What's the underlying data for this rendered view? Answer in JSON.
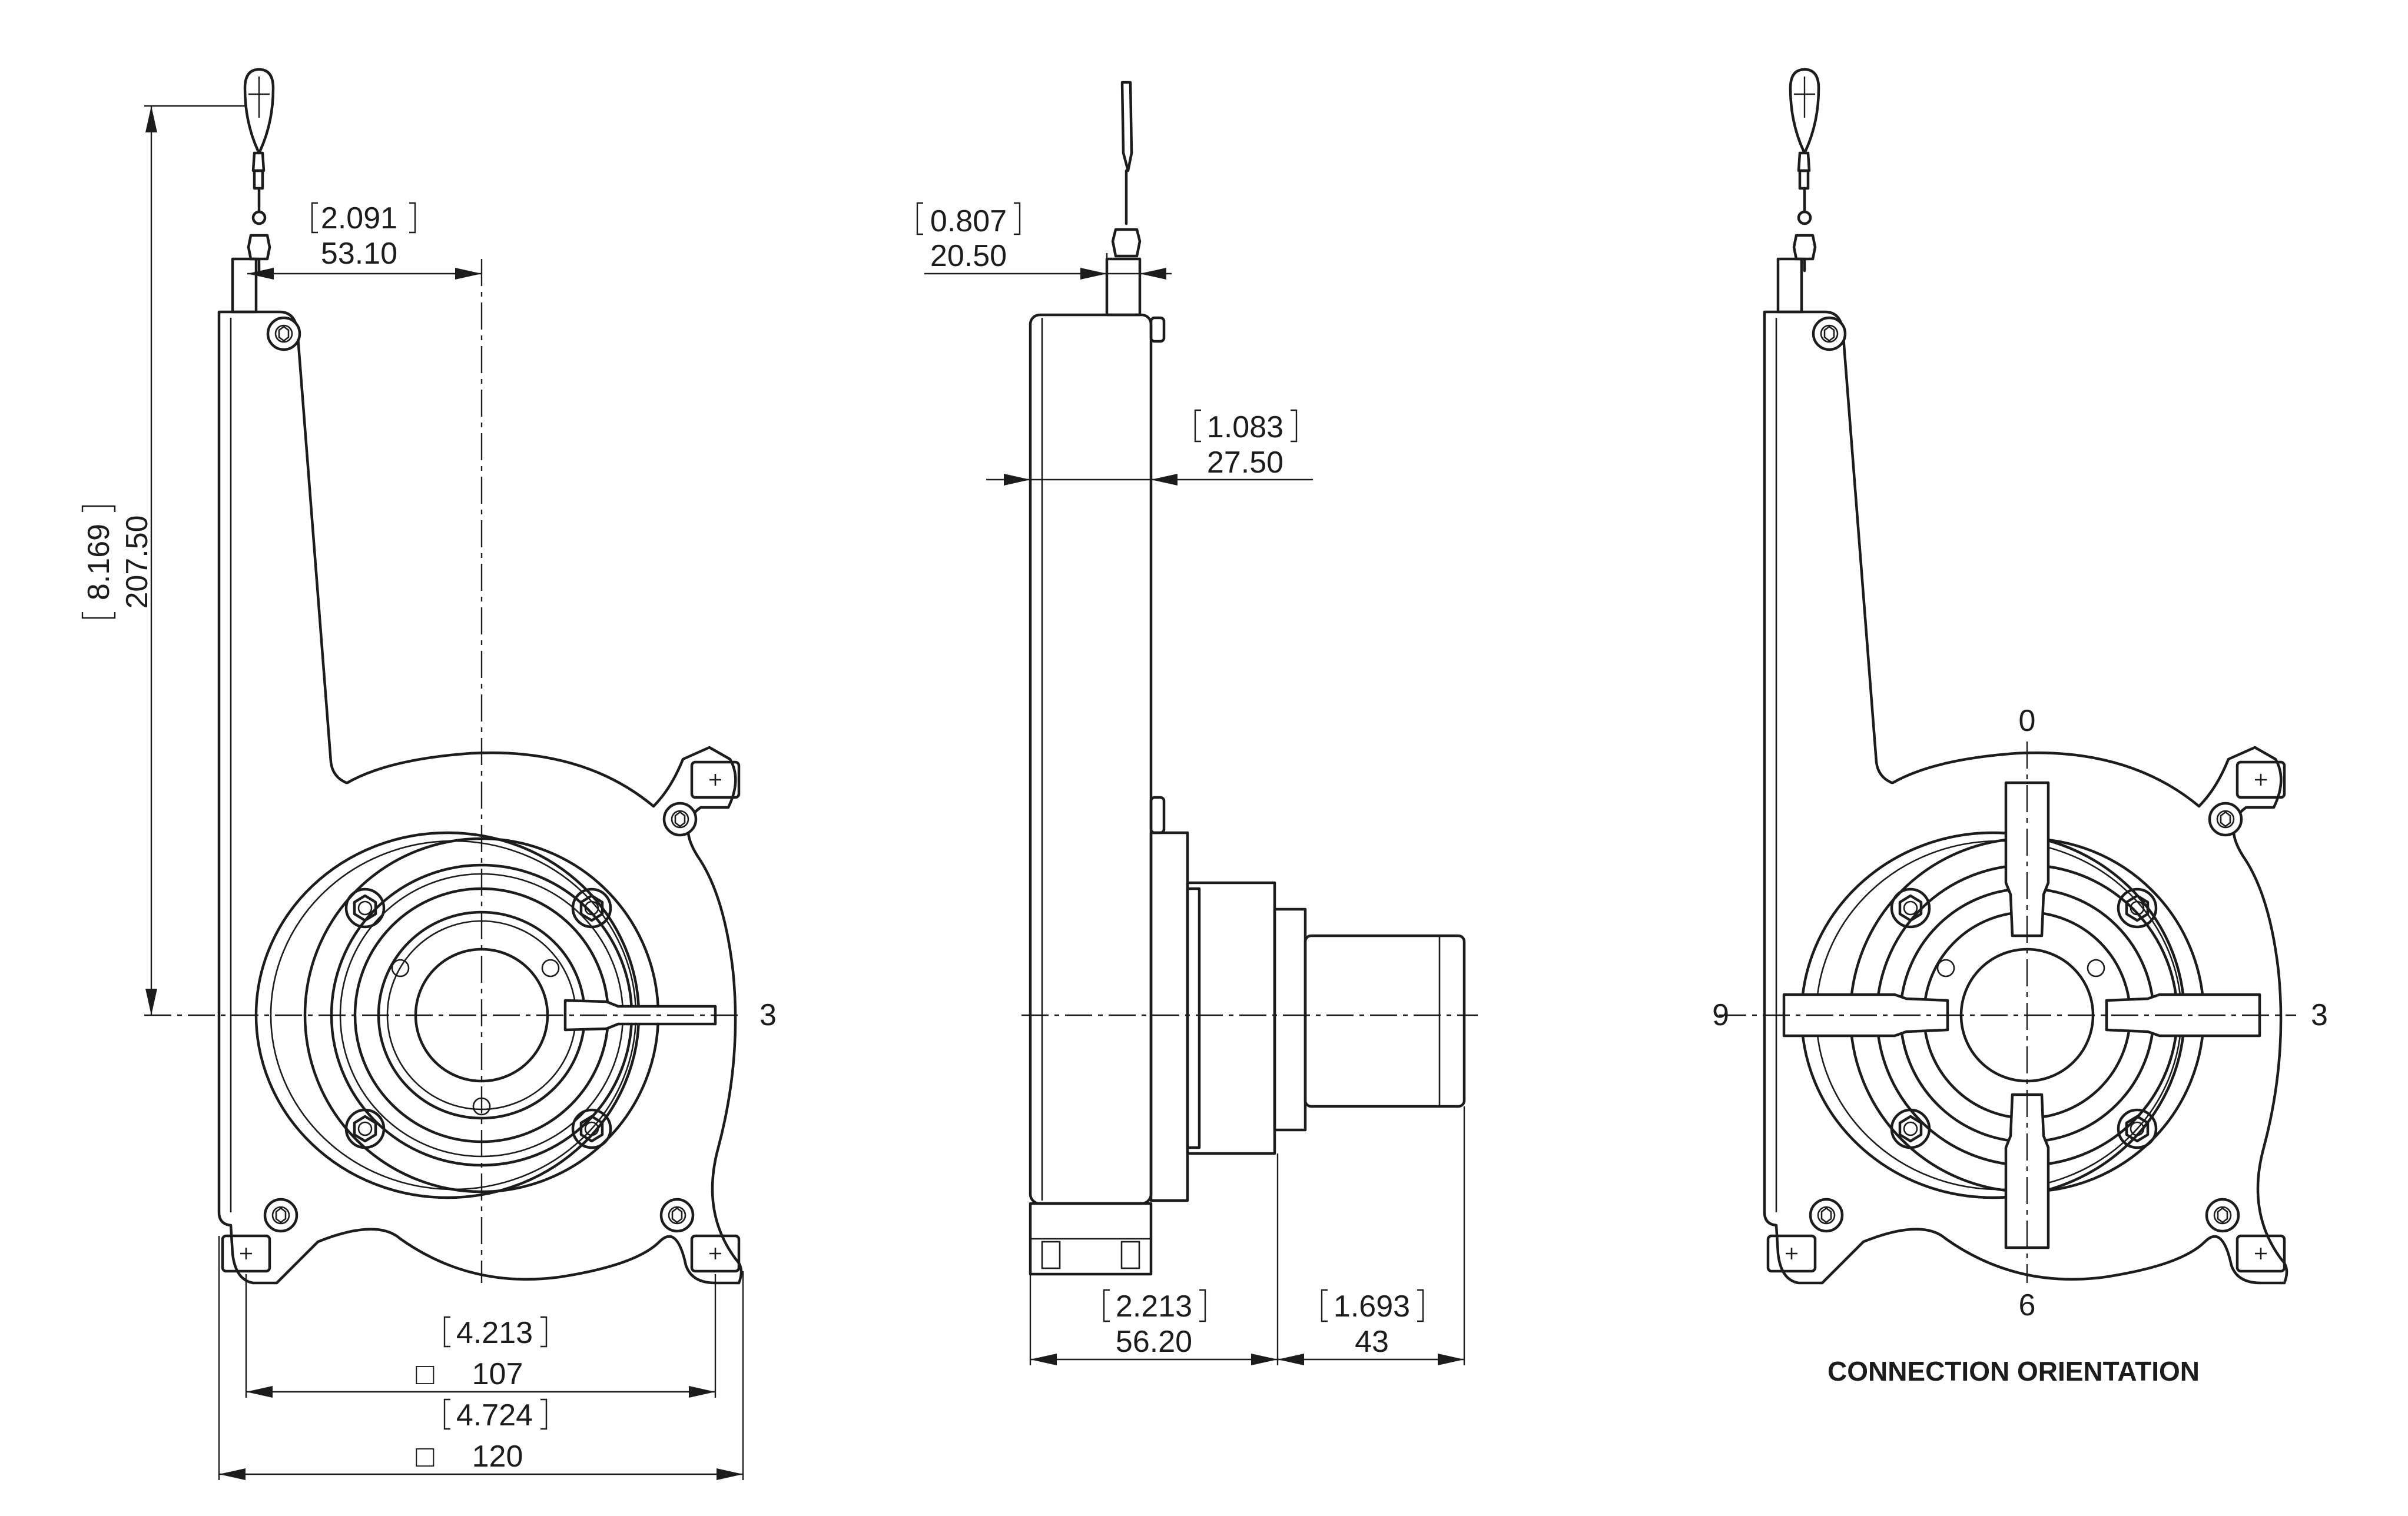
{
  "views": {
    "front": {
      "height_inch": "8.169",
      "height_mm": "207.50",
      "cable_offset_inch": "2.091",
      "cable_offset_mm": "53.10",
      "flange_hole_inch": "4.213",
      "flange_hole_mm": "107",
      "flange_width_inch": "4.724",
      "flange_width_mm": "120",
      "square_symbol": "□",
      "position_label": "3"
    },
    "side": {
      "cable_offset_inch": "0.807",
      "cable_offset_mm": "20.50",
      "body_thickness_inch": "1.083",
      "body_thickness_mm": "27.50",
      "housing_depth_inch": "2.213",
      "housing_depth_mm": "56.20",
      "connector_length_inch": "1.693",
      "connector_length_mm": "43"
    },
    "orientation": {
      "pos_top": "0",
      "pos_right": "3",
      "pos_bottom": "6",
      "pos_left": "9",
      "caption": "CONNECTION ORIENTATION"
    }
  }
}
